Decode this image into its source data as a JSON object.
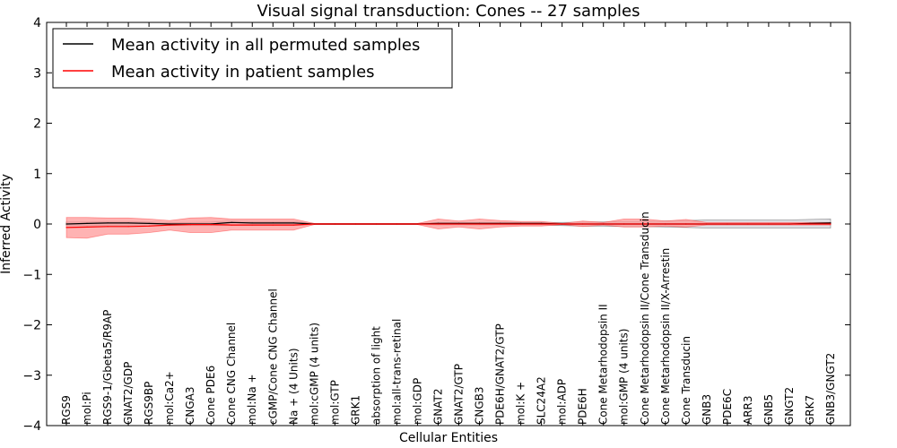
{
  "chart_data": {
    "type": "line",
    "title": "Visual signal transduction: Cones -- 27 samples",
    "xlabel": "Cellular Entities",
    "ylabel": "Inferred Activity",
    "ylim": [
      -4,
      4
    ],
    "yticks": [
      "4",
      "3",
      "2",
      "1",
      "0",
      "−1",
      "−2",
      "−3",
      "−4"
    ],
    "ytick_values": [
      4,
      3,
      2,
      1,
      0,
      -1,
      -2,
      -3,
      -4
    ],
    "grid": false,
    "legend_position": "top-left",
    "categories": [
      "RGS9",
      "mol:Pi",
      "RGS9-1/Gbeta5/R9AP",
      "GNAT2/GDP",
      "RGS9BP",
      "mol:Ca2+",
      "CNGA3",
      "Cone PDE6",
      "Cone CNG Channel",
      "mol:Na +",
      "cGMP/Cone CNG Channel",
      "Na + (4 Units)",
      "mol:cGMP (4 units)",
      "mol:GTP",
      "GRK1",
      "absorption of light",
      "mol:all-trans-retinal",
      "mol:GDP",
      "GNAT2",
      "GNAT2/GTP",
      "CNGB3",
      "PDE6H/GNAT2/GTP",
      "mol:K +",
      "SLC24A2",
      "mol:ADP",
      "PDE6H",
      "Cone Metarhodopsin II",
      "mol:GMP (4 units)",
      "Cone Metarhodopsin II/Cone Transducin",
      "Cone Metarhodopsin II/X-Arrestin",
      "Cone Transducin",
      "GNB3",
      "PDE6C",
      "ARR3",
      "GNB5",
      "GNGT2",
      "GRK7",
      "GNB3/GNGT2"
    ],
    "series": [
      {
        "name": "Mean activity in all permuted samples",
        "color": "#000000",
        "band_color": "#c9c9d2",
        "values": [
          0.0,
          0.01,
          0.02,
          0.02,
          0.01,
          0.0,
          0.0,
          0.0,
          0.03,
          0.02,
          0.02,
          0.02,
          0.0,
          0.0,
          0.0,
          0.0,
          0.0,
          0.0,
          0.01,
          0.01,
          0.01,
          0.01,
          0.01,
          0.01,
          0.0,
          0.0,
          0.0,
          0.0,
          0.0,
          0.0,
          0.0,
          0.0,
          0.0,
          0.0,
          0.0,
          0.0,
          0.01,
          0.02
        ],
        "lower": [
          -0.03,
          -0.03,
          -0.03,
          -0.03,
          -0.03,
          -0.03,
          -0.03,
          -0.03,
          -0.03,
          -0.03,
          -0.03,
          -0.03,
          -0.01,
          -0.01,
          -0.01,
          -0.01,
          -0.01,
          -0.01,
          -0.02,
          -0.02,
          -0.02,
          -0.02,
          -0.02,
          -0.02,
          -0.03,
          -0.04,
          -0.04,
          -0.05,
          -0.05,
          -0.06,
          -0.07,
          -0.08,
          -0.08,
          -0.08,
          -0.08,
          -0.08,
          -0.08,
          -0.08
        ],
        "upper": [
          0.04,
          0.04,
          0.05,
          0.05,
          0.04,
          0.03,
          0.03,
          0.04,
          0.06,
          0.05,
          0.05,
          0.05,
          0.01,
          0.01,
          0.01,
          0.01,
          0.01,
          0.01,
          0.03,
          0.03,
          0.03,
          0.03,
          0.03,
          0.03,
          0.03,
          0.04,
          0.04,
          0.05,
          0.05,
          0.06,
          0.07,
          0.08,
          0.08,
          0.08,
          0.08,
          0.08,
          0.09,
          0.1
        ]
      },
      {
        "name": "Mean activity in patient samples",
        "color": "#ff0000",
        "band_color": "#ff9a9a",
        "values": [
          -0.07,
          -0.06,
          -0.05,
          -0.05,
          -0.04,
          -0.02,
          -0.01,
          -0.01,
          -0.02,
          -0.02,
          -0.02,
          -0.02,
          0.0,
          0.0,
          0.0,
          0.0,
          0.0,
          0.0,
          0.0,
          0.0,
          0.0,
          0.0,
          0.0,
          0.0,
          0.0,
          0.0,
          0.0,
          0.0,
          0.0,
          0.0,
          0.0,
          0.0,
          0.0,
          0.0,
          0.0,
          0.0,
          0.0,
          0.0
        ],
        "lower": [
          -0.27,
          -0.28,
          -0.2,
          -0.2,
          -0.17,
          -0.12,
          -0.17,
          -0.17,
          -0.12,
          -0.12,
          -0.12,
          -0.12,
          -0.01,
          -0.01,
          -0.01,
          -0.01,
          -0.01,
          -0.01,
          -0.1,
          -0.06,
          -0.1,
          -0.06,
          -0.04,
          -0.04,
          -0.01,
          -0.05,
          -0.02,
          -0.06,
          -0.06,
          -0.04,
          -0.06,
          -0.02,
          -0.02,
          -0.02,
          -0.02,
          -0.02,
          -0.02,
          -0.02
        ],
        "upper": [
          0.13,
          0.13,
          0.12,
          0.12,
          0.1,
          0.07,
          0.12,
          0.13,
          0.1,
          0.1,
          0.1,
          0.1,
          0.01,
          0.01,
          0.01,
          0.01,
          0.01,
          0.01,
          0.1,
          0.06,
          0.1,
          0.07,
          0.05,
          0.05,
          0.01,
          0.06,
          0.03,
          0.1,
          0.1,
          0.06,
          0.09,
          0.03,
          0.03,
          0.03,
          0.03,
          0.03,
          0.03,
          0.03
        ]
      }
    ]
  }
}
